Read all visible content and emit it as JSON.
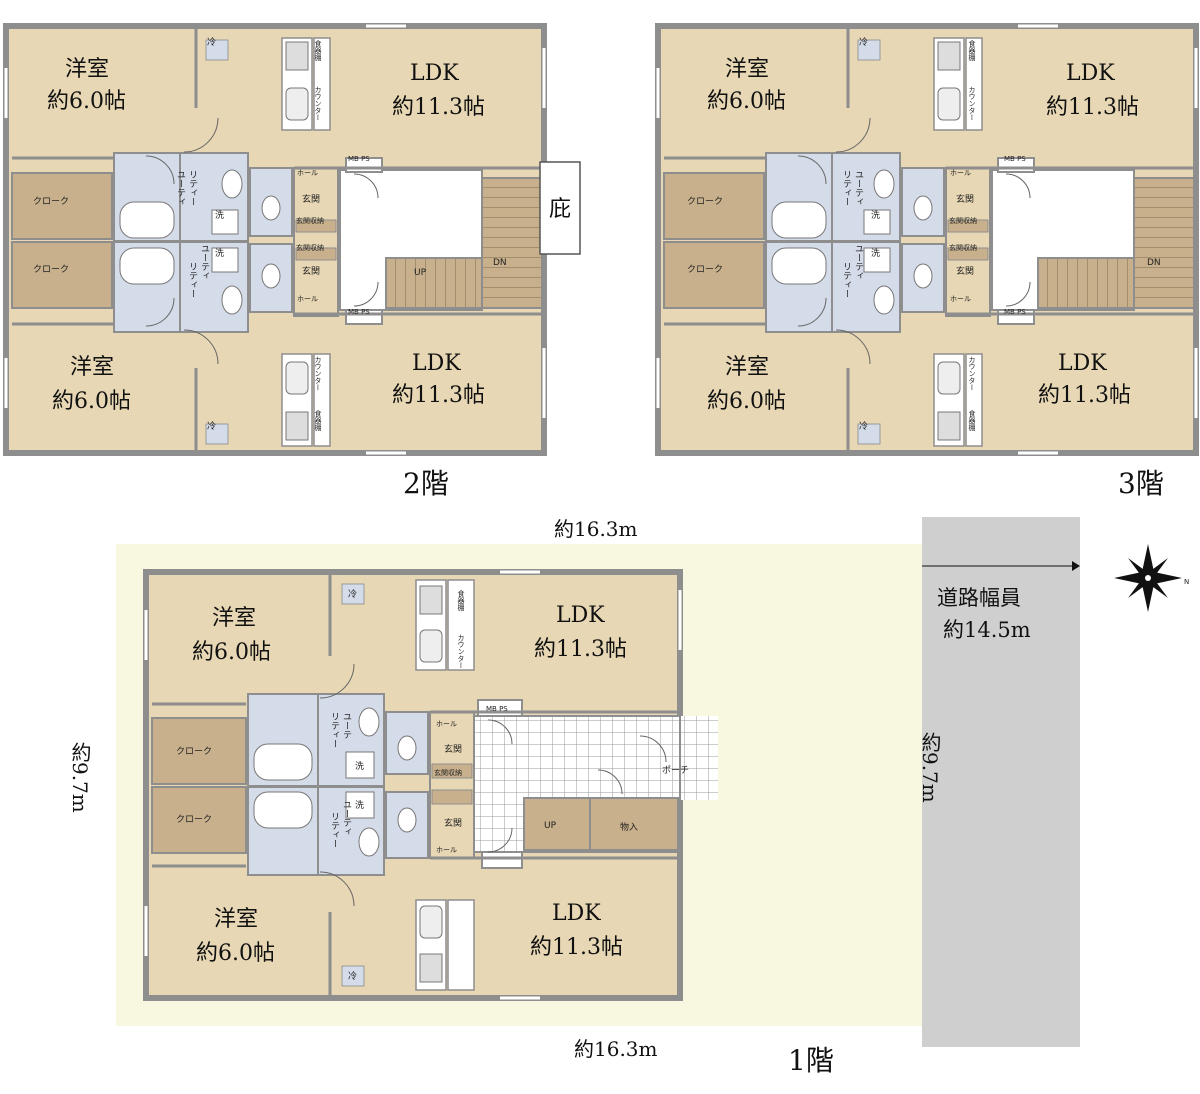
{
  "labels": {
    "western_room": "洋室",
    "western_area": "約6.0帖",
    "ldk": "LDK",
    "ldk_area": "約11.3帖",
    "cloak": "クローク",
    "utility_1": "ユーティ",
    "utility_2": "リティー",
    "utility_alt_1": "ユーテ",
    "utility_alt_2": "リティー",
    "entrance": "玄関",
    "hall": "ホール",
    "shoe_storage": "玄関収納",
    "mbps": "MB PS",
    "fridge": "冷",
    "washer": "洗",
    "counter": "カウンター",
    "cupboard": "食器棚",
    "up": "UP",
    "dn": "DN",
    "eaves": "庇",
    "porch": "ポーチ",
    "storage": "物入"
  },
  "floors": {
    "f2": "2階",
    "f3": "3階",
    "f1": "1階"
  },
  "dimensions": {
    "width_top": "約16.3m",
    "width_bottom": "約16.3m",
    "depth_left": "約9.7m",
    "depth_right": "約9.7m"
  },
  "road": {
    "line1": "道路幅員",
    "line2": "約14.5m"
  },
  "compass": {
    "north": "N"
  },
  "colors": {
    "room": "#e7d7b4",
    "closet": "#c9b08c",
    "wet": "#d5dce9",
    "wall": "#8e8e8e",
    "site": "#f8f8e0",
    "road": "#cfcfcf"
  }
}
